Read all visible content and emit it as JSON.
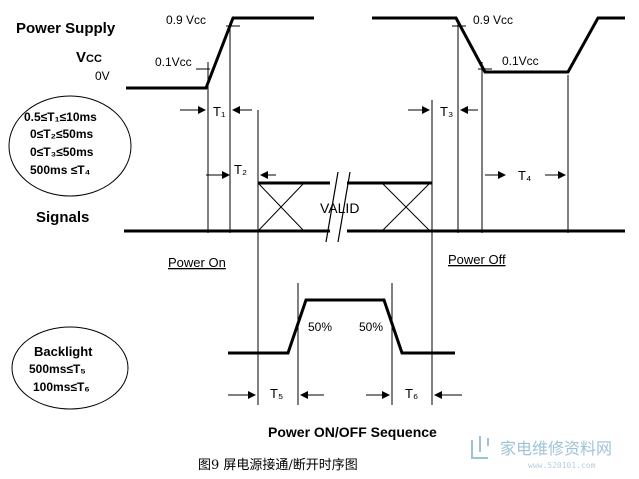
{
  "labels": {
    "power_supply": "Power Supply",
    "vcc_main": "V",
    "vcc_sub": "CC",
    "zero_v": "0V",
    "v09_left": "0.9 Vcc",
    "v01_left": "0.1Vcc",
    "v09_right": "0.9 Vcc",
    "v01_right": "0.1Vcc",
    "signals": "Signals",
    "valid": "VALID",
    "power_on": "Power On",
    "power_off": "Power Off",
    "pct_left": "50%",
    "pct_right": "50%",
    "title": "Power ON/OFF Sequence",
    "caption": "图9    屏电源接通/断开时序图"
  },
  "markers": {
    "t1": "T₁",
    "t2": "T₂",
    "t3": "T₃",
    "t4": "T₄",
    "t5": "T₅",
    "t6": "T₆"
  },
  "timing_constraints": [
    "0.5≤T₁≤10ms",
    "0≤T₂≤50ms",
    "0≤T₃≤50ms",
    "500ms ≤T₄"
  ],
  "backlight": {
    "title": "Backlight",
    "constraints": [
      "500ms≤T₅",
      "100ms≤T₆"
    ]
  },
  "watermark": {
    "text": "家电维修资料网",
    "url": "www.520101.com"
  }
}
